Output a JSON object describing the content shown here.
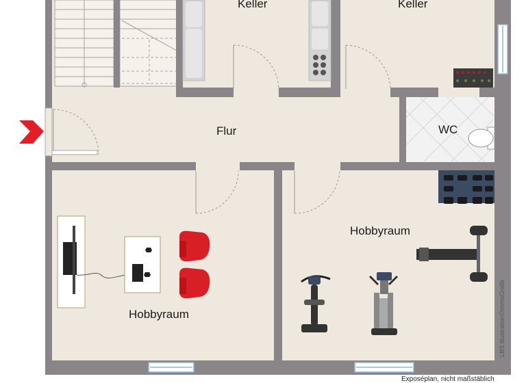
{
  "rooms": {
    "keller_left": "Keller",
    "keller_right": "Keller",
    "flur": "Flur",
    "wc": "WC",
    "hobby_left": "Hobbyraum",
    "hobby_right": "Hobbyraum"
  },
  "footer_note": "Exposéplan, nicht maßstäblich",
  "credit": "LBS Illustration©immoGrafik",
  "colors": {
    "wall": "#8a8589",
    "floor": "#efe8df",
    "entry_arrow": "#e31e26",
    "chair_red": "#d91f26"
  },
  "icons": [
    "entrance-arrow-icon",
    "stairs-icon",
    "shelf-icon",
    "washing-machine-icon",
    "wine-rack-icon",
    "toilet-icon",
    "tv-icon",
    "console-icon",
    "armchair-icon",
    "dumbbell-rack-icon",
    "bench-press-icon",
    "exercise-bike-icon",
    "elliptical-trainer-icon",
    "window-icon",
    "door-icon"
  ]
}
